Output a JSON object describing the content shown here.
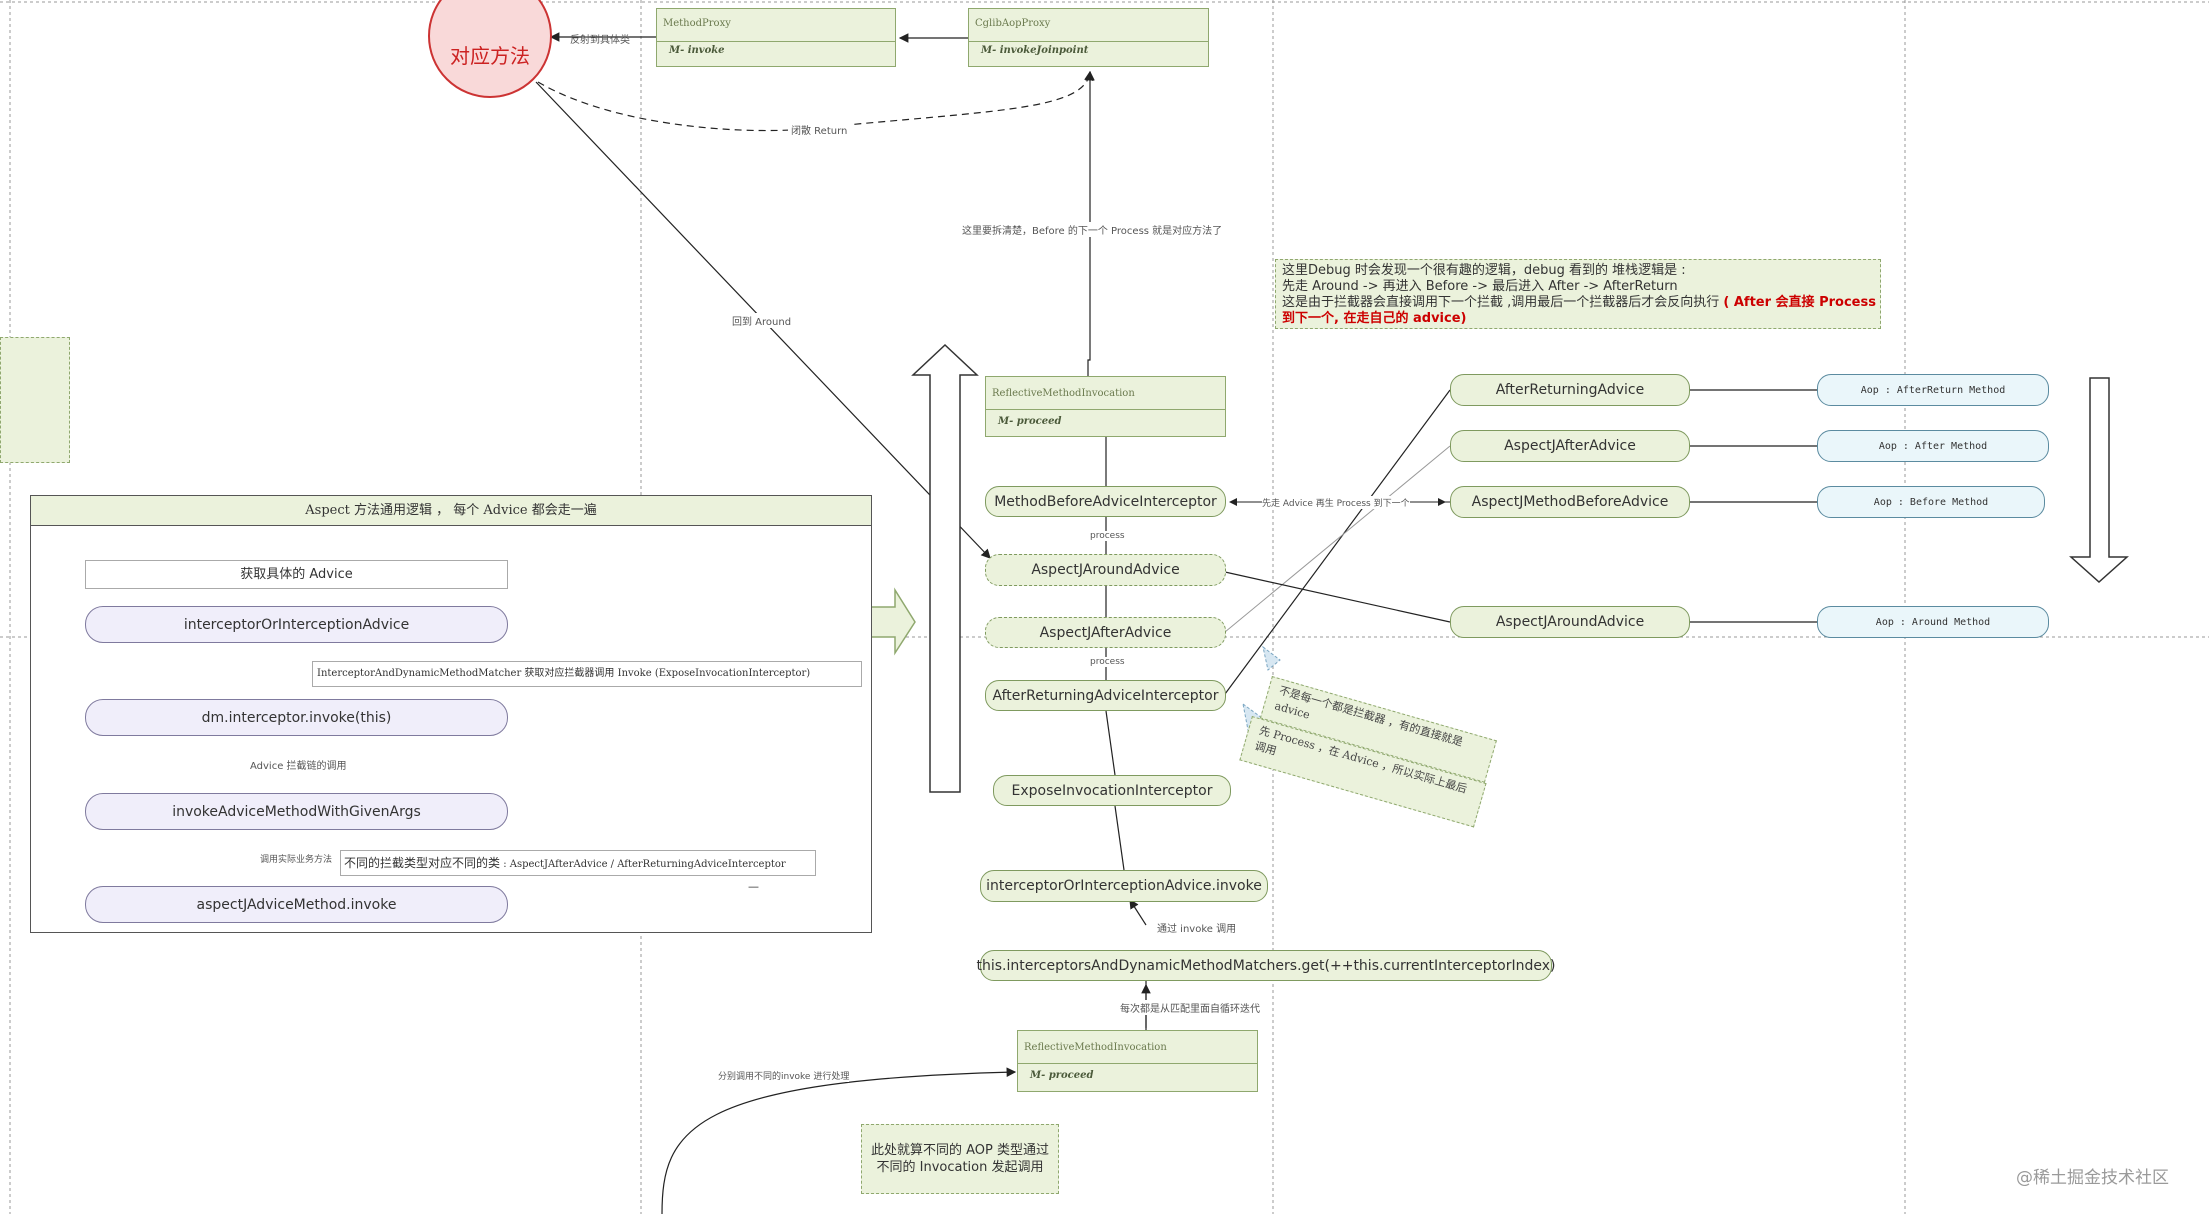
{
  "colors": {
    "green_fill": "#ebf2dc",
    "green_border": "#7f9a5f",
    "blue_fill": "#eaf6fa",
    "purple_fill": "#f0eefa",
    "red_circle": "#cc3333",
    "red_text": "#cc0000"
  },
  "top": {
    "target_method": "对应方法",
    "reflect_label": "反射到具体类",
    "method_proxy": {
      "header": "MethodProxy",
      "member": "M- invoke"
    },
    "cglib_proxy": {
      "header": "CglibAopProxy",
      "member": "M- invokeJoinpoint"
    },
    "return_label": "闭散 Return",
    "around_label": "回到 Around",
    "before_label": "这里要拆清楚，Before 的下一个 Process 就是对应方法了"
  },
  "debug_note": {
    "line1": "这里Debug 时会发现一个很有趣的逻辑，debug 看到的 堆栈逻辑是 :",
    "line2": "先走 Around -> 再进入 Before -> 最后进入 After -> AfterReturn",
    "line3_pre": "这是由于拦截器会直接调用下一个拦截 ,调用最后一个拦截器后才会反向执行",
    "line3_red": "( After 会直接 Process",
    "line4_red": "到下一个, 在走自己的 advice)"
  },
  "aspect_panel": {
    "title": "Aspect 方法通用逻辑 ， 每个 Advice 都会走一遍",
    "get_advice": "获取具体的 Advice",
    "node1": "interceptorOrInterceptionAdvice",
    "matcher_note": "InterceptorAndDynamicMethodMatcher 获取对应拦截器调用 Invoke (ExposeInvocationInterceptor)",
    "node2": "dm.interceptor.invoke(this)",
    "chain_label": "Advice 拦截链的调用",
    "node3": "invokeAdviceMethodWithGivenArgs",
    "call_label": "调用实际业务方法",
    "types_note_zh": "不同的拦截类型对应不同的类",
    "types_note_code": " : AspectJAfterAdvice  / AfterReturningAdviceInterceptor",
    "node4": "aspectJAdviceMethod.invoke",
    "dash_mark": "—"
  },
  "chain": {
    "reflective_top": {
      "header": "ReflectiveMethodInvocation",
      "member": "M- proceed"
    },
    "method_before": "MethodBeforeAdviceInterceptor",
    "process1": "process",
    "aspectj_around": "AspectJAroundAdvice",
    "aspectj_after": "AspectJAfterAdvice",
    "process2": "process",
    "after_returning": "AfterReturningAdviceInterceptor",
    "expose": "ExposeInvocationInterceptor",
    "ioria_invoke": "interceptorOrInterceptionAdvice.invoke",
    "invoke_call_label": "通过 invoke 调用",
    "get_expr": "this.interceptorsAndDynamicMethodMatchers.get(++this.currentInterceptorIndex)",
    "iterate_label": "每次都是从匹配里面自循环迭代",
    "reflective_bottom": {
      "header": "ReflectiveMethodInvocation",
      "member": "M- proceed"
    },
    "dispatch_label": "分别调用不同的invoke 进行处理",
    "bottom_note_1": "此处就算不同的 AOP 类型通过",
    "bottom_note_2": "不同的 Invocation 发起调用",
    "before_next_label": "先走 Advice 再生 Process 到下一个"
  },
  "advices": [
    {
      "name": "AfterReturningAdvice",
      "method": "Aop : AfterReturn Method"
    },
    {
      "name": "AspectJAfterAdvice",
      "method": "Aop : After Method"
    },
    {
      "name": "AspectJMethodBeforeAdvice",
      "method": "Aop : Before Method"
    },
    {
      "name": "AspectJAroundAdvice",
      "method": "Aop : Around Method"
    }
  ],
  "side_notes": {
    "note1": "不是每一个都是拦截器 ，有的直接就是 advice",
    "note2": "先 Process ，在 Advice ，所以实际上最后调用"
  },
  "watermark": "@稀土掘金技术社区"
}
